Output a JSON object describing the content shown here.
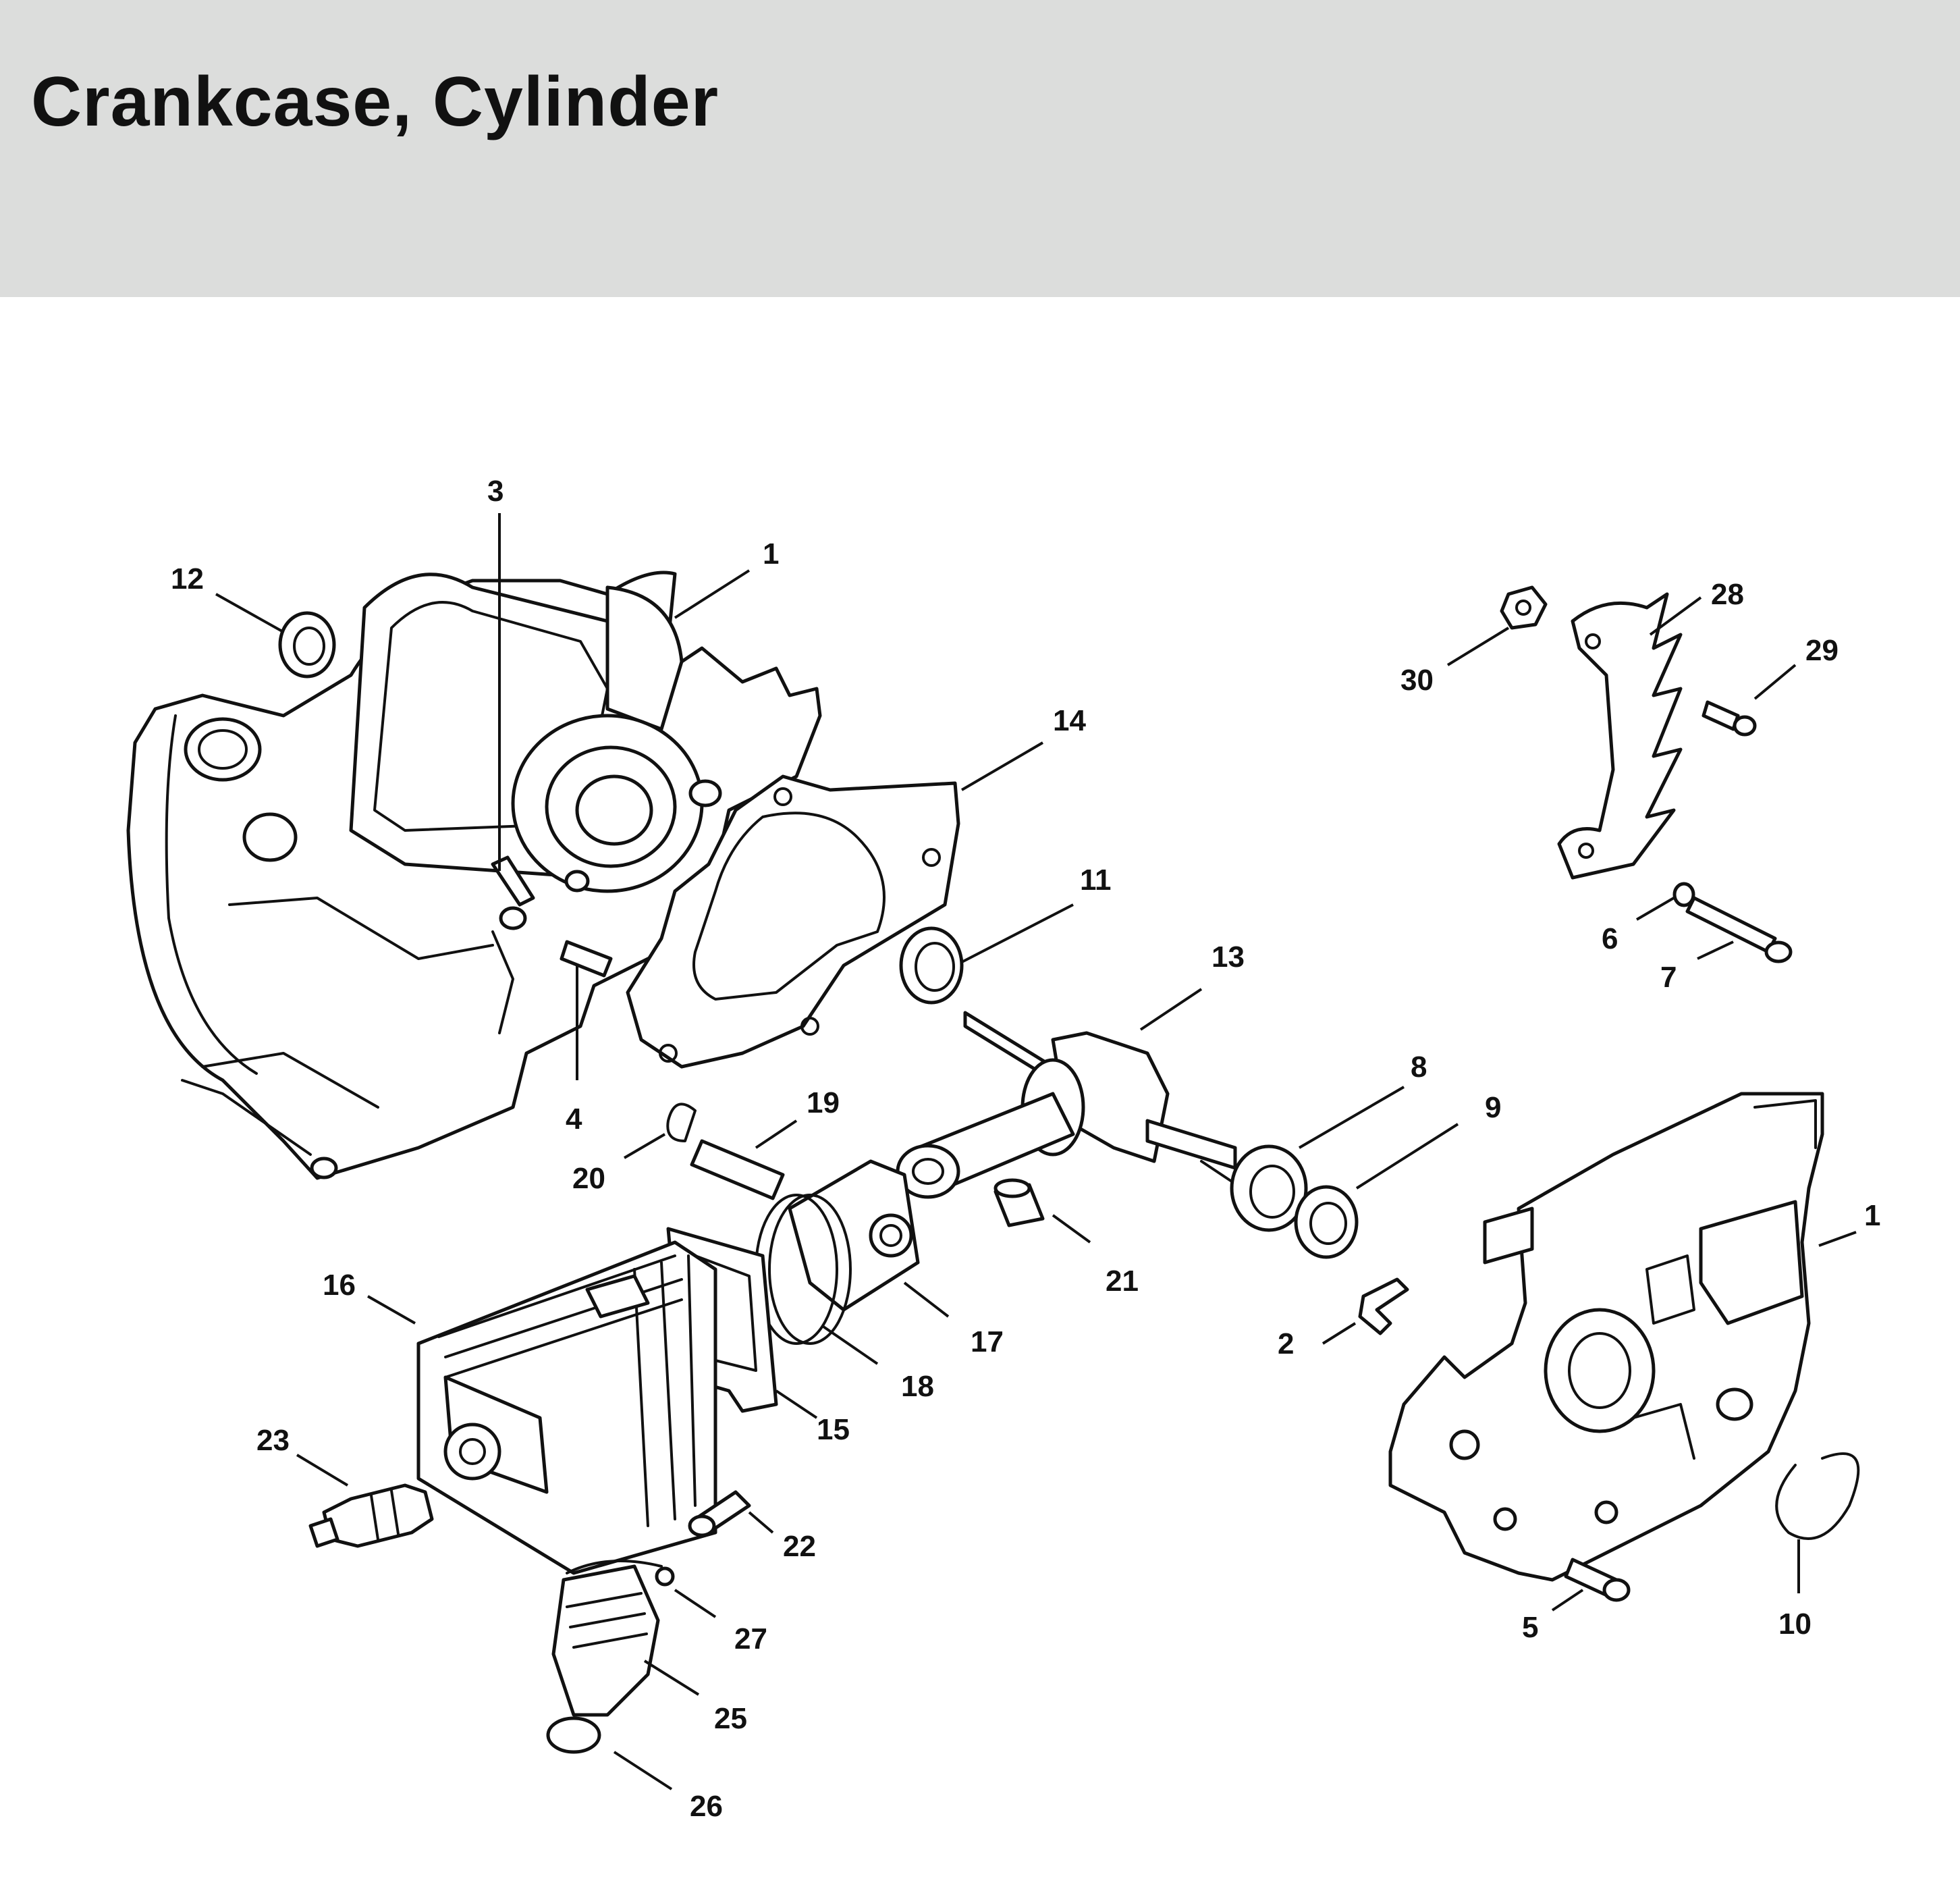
{
  "title": "Crankcase, Cylinder",
  "callouts": {
    "c1a": "1",
    "c1b": "1",
    "c2": "2",
    "c3": "3",
    "c4": "4",
    "c5": "5",
    "c6": "6",
    "c7": "7",
    "c8": "8",
    "c9": "9",
    "c10": "10",
    "c11": "11",
    "c12": "12",
    "c13": "13",
    "c14": "14",
    "c15": "15",
    "c16": "16",
    "c17": "17",
    "c18": "18",
    "c19": "19",
    "c20": "20",
    "c21": "21",
    "c22": "22",
    "c23": "23",
    "c25": "25",
    "c26": "26",
    "c27": "27",
    "c28": "28",
    "c29": "29",
    "c30": "30"
  },
  "colors": {
    "header_bg": "#dcdddc",
    "line": "#111111",
    "background": "#ffffff"
  }
}
